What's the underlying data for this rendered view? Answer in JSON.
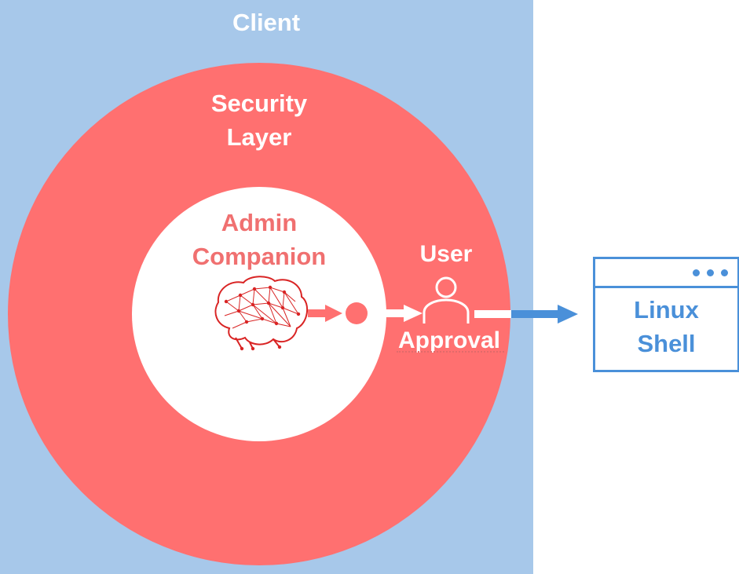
{
  "diagram": {
    "client": {
      "label": "Client"
    },
    "security_layer": {
      "label_lines": [
        "Security",
        "Layer"
      ]
    },
    "admin_companion": {
      "label_lines": [
        "Admin",
        "Companion"
      ],
      "icon": "brain-network-icon"
    },
    "user_approval": {
      "label_top": "User",
      "label_bottom": "Approval",
      "icon": "user-icon"
    },
    "linux_shell": {
      "label_lines": [
        "Linux",
        "Shell"
      ],
      "icon": "window-dots-icon"
    }
  },
  "colors": {
    "client_bg": "#a7c8ea",
    "security_ring": "#ff7070",
    "inner_circle": "#ffffff",
    "companion_text": "#f07070",
    "brain": "#d92424",
    "shell_blue": "#4a90d9",
    "white": "#ffffff"
  }
}
